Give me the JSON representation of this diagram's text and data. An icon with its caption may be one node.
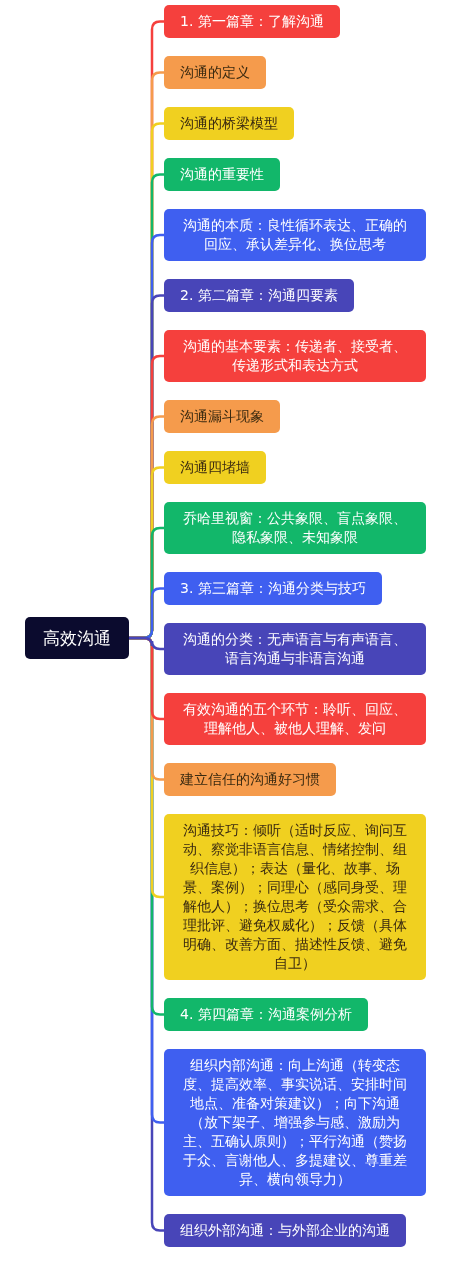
{
  "diagram": {
    "nodes": [
      {
        "text": [
          "高效沟通"
        ]
      },
      {
        "text": [
          "1. 第一篇章：了解沟通"
        ]
      },
      {
        "text": [
          "沟通的定义"
        ]
      },
      {
        "text": [
          "沟通的桥梁模型"
        ]
      },
      {
        "text": [
          "沟通的重要性"
        ]
      },
      {
        "text": [
          "沟通的本质：良性循环表达、正确的回应、承认差异化、换位思考"
        ]
      },
      {
        "text": [
          "2. 第二篇章：沟通四要素"
        ]
      },
      {
        "text": [
          "沟通的基本要素：传递者、接受者、传递形式和表达方式"
        ]
      },
      {
        "text": [
          "沟通漏斗现象"
        ]
      },
      {
        "text": [
          "沟通四堵墙"
        ]
      },
      {
        "text": [
          "乔哈里视窗：公共象限、盲点象限、隐私象限、未知象限"
        ]
      },
      {
        "text": [
          "3. 第三篇章：沟通分类与技巧"
        ]
      },
      {
        "text": [
          "沟通的分类：无声语言与有声语言、语言沟通与非语言沟通"
        ]
      },
      {
        "text": [
          "有效沟通的五个环节：聆听、回应、理解他人、被他人理解、发问"
        ]
      },
      {
        "text": [
          "建立信任的沟通好习惯"
        ]
      },
      {
        "text": [
          "沟通技巧：倾听（适时反应、询问互动、察觉非语言信息、情绪控制、组织信息）；表达（量化、故事、场景、案例）；同理心（感同身受、理解他人）；换位思考（受众需求、合理批评、避免权威化）；反馈（具体明确、改善方面、描述性反馈、避免自卫）"
        ]
      },
      {
        "text": [
          "4. 第四篇章：沟通案例分析"
        ]
      },
      {
        "text": [
          "组织内部沟通：向上沟通（转变态度、提高效率、事实说话、安排时间地点、准备对策建议）；向下沟通（放下架子、增强参与感、激励为主、五确认原则）；平行沟通（赞扬于众、言谢他人、多提建议、尊重差异、横向领导力）"
        ]
      },
      {
        "text": [
          "组织外部沟通：与外部企业的沟通"
        ]
      }
    ],
    "edges": [
      {
        "from": 0,
        "to": 1,
        "arrow": "none",
        "color": "#f5403d"
      },
      {
        "from": 0,
        "to": 2,
        "arrow": "none",
        "color": "#f59b4c"
      },
      {
        "from": 0,
        "to": 3,
        "arrow": "none",
        "color": "#f0d020"
      },
      {
        "from": 0,
        "to": 4,
        "arrow": "none",
        "color": "#12b76a"
      },
      {
        "from": 0,
        "to": 5,
        "arrow": "none",
        "color": "#3f5ff0"
      },
      {
        "from": 0,
        "to": 6,
        "arrow": "none",
        "color": "#4845b8"
      },
      {
        "from": 0,
        "to": 7,
        "arrow": "none",
        "color": "#f5403d"
      },
      {
        "from": 0,
        "to": 8,
        "arrow": "none",
        "color": "#f59b4c"
      },
      {
        "from": 0,
        "to": 9,
        "arrow": "none",
        "color": "#f0d020"
      },
      {
        "from": 0,
        "to": 10,
        "arrow": "none",
        "color": "#12b76a"
      },
      {
        "from": 0,
        "to": 11,
        "arrow": "none",
        "color": "#3f5ff0"
      },
      {
        "from": 0,
        "to": 12,
        "arrow": "none",
        "color": "#4845b8"
      },
      {
        "from": 0,
        "to": 13,
        "arrow": "none",
        "color": "#f5403d"
      },
      {
        "from": 0,
        "to": 14,
        "arrow": "none",
        "color": "#f59b4c"
      },
      {
        "from": 0,
        "to": 15,
        "arrow": "none",
        "color": "#f0d020"
      },
      {
        "from": 0,
        "to": 16,
        "arrow": "none",
        "color": "#12b76a"
      },
      {
        "from": 0,
        "to": 17,
        "arrow": "none",
        "color": "#3f5ff0"
      },
      {
        "from": 0,
        "to": 18,
        "arrow": "none",
        "color": "#4845b8"
      }
    ]
  }
}
